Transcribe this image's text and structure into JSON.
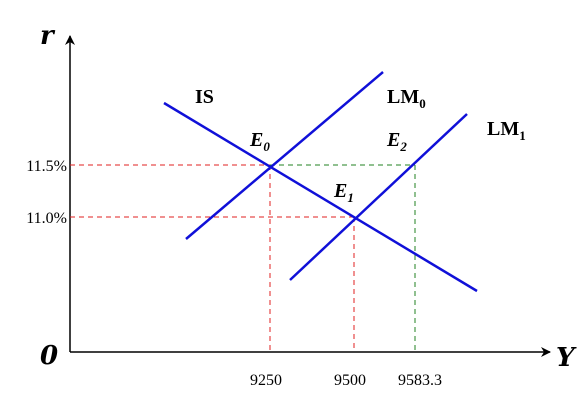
{
  "axes": {
    "y_letter": "r",
    "x_letter": "Y",
    "origin": "0"
  },
  "curves": {
    "is": {
      "label": "IS",
      "color": "#1010d8"
    },
    "lm0": {
      "label": "LM",
      "sub": "0",
      "color": "#1010d8"
    },
    "lm1": {
      "label": "LM",
      "sub": "1",
      "color": "#1010d8"
    }
  },
  "points": {
    "e0": {
      "label": "E",
      "sub": "0"
    },
    "e1": {
      "label": "E",
      "sub": "1"
    },
    "e2": {
      "label": "E",
      "sub": "2"
    }
  },
  "y_ticks": [
    "11.5%",
    "11.0%"
  ],
  "x_ticks": [
    "9250",
    "9500",
    "9583.3"
  ],
  "colors": {
    "axis": "#000000",
    "red_dash": "#e02020",
    "green_dash": "#208020"
  }
}
